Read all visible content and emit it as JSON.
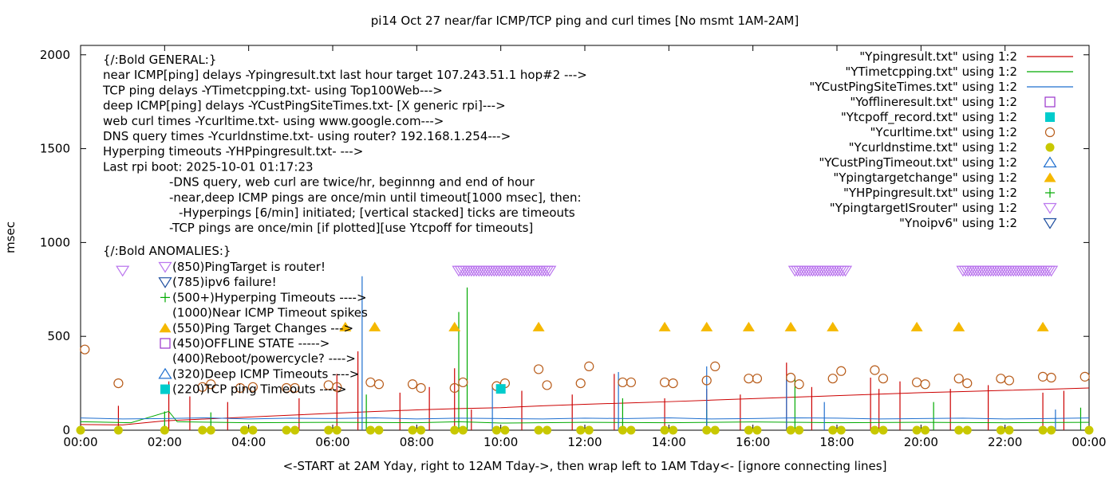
{
  "chart_data": {
    "type": "scatter",
    "title": "pi14 Oct 27  near/far ICMP/TCP ping and curl times [No msmt 1AM-2AM]",
    "xlabel": "<-START at 2AM Yday, right to 12AM Tday->, then wrap left to 1AM Tday<- [ignore connecting lines]",
    "ylabel": "msec",
    "xlim": [
      0,
      24
    ],
    "ylim": [
      0,
      2050
    ],
    "x_ticks": [
      {
        "x": 0,
        "label": "00:00"
      },
      {
        "x": 2,
        "label": "02:00"
      },
      {
        "x": 4,
        "label": "04:00"
      },
      {
        "x": 6,
        "label": "06:00"
      },
      {
        "x": 8,
        "label": "08:00"
      },
      {
        "x": 10,
        "label": "10:00"
      },
      {
        "x": 12,
        "label": "12:00"
      },
      {
        "x": 14,
        "label": "14:00"
      },
      {
        "x": 16,
        "label": "16:00"
      },
      {
        "x": 18,
        "label": "18:00"
      },
      {
        "x": 20,
        "label": "20:00"
      },
      {
        "x": 22,
        "label": "22:00"
      },
      {
        "x": 24,
        "label": "00:00"
      }
    ],
    "y_ticks": [
      {
        "y": 0,
        "label": "0"
      },
      {
        "y": 500,
        "label": "500"
      },
      {
        "y": 1000,
        "label": "1000"
      },
      {
        "y": 1500,
        "label": "1500"
      },
      {
        "y": 2000,
        "label": "2000"
      }
    ],
    "grid": false,
    "legend_position": "top-right",
    "legend": [
      {
        "label": "\"Ypingresult.txt\" using 1:2",
        "kind": "line",
        "color": "#cc0000"
      },
      {
        "label": "\"YTimetcpping.txt\" using 1:2",
        "kind": "line",
        "color": "#00aa00"
      },
      {
        "label": "\"YCustPingSiteTimes.txt\" using 1:2",
        "kind": "line",
        "color": "#1f6fcf"
      },
      {
        "label": "\"Yofflineresult.txt\" using 1:2",
        "kind": "square-open",
        "color": "#9933cc"
      },
      {
        "label": "\"Ytcpoff_record.txt\" using 1:2",
        "kind": "square-filled",
        "color": "#00cccc"
      },
      {
        "label": "\"Ycurltime.txt\" using 1:2",
        "kind": "circle-open",
        "color": "#b85c1a"
      },
      {
        "label": "\"Ycurldnstime.txt\" using 1:2",
        "kind": "circle-filled",
        "color": "#c8c800"
      },
      {
        "label": "\"YCustPingTimeout.txt\" using 1:2",
        "kind": "triangle-open",
        "color": "#1f6fcf"
      },
      {
        "label": "\"Ypingtargetchange\" using 1:2",
        "kind": "triangle-filled",
        "color": "#f5b800"
      },
      {
        "label": "\"YHPpingresult.txt\" using 1:2",
        "kind": "plus",
        "color": "#00aa00"
      },
      {
        "label": "\"YpingtargetISrouter\" using 1:2",
        "kind": "triangle-down-open",
        "color": "#bb77ee"
      },
      {
        "label": "\"Ynoipv6\" using 1:2",
        "kind": "triangle-down-open",
        "color": "#1f4fa0"
      }
    ],
    "info_lines": [
      {
        "text": "{/:Bold GENERAL:}",
        "indent": 0
      },
      {
        "text": "near ICMP[ping] delays -Ypingresult.txt last hour target 107.243.51.1 hop#2 --->",
        "indent": 0
      },
      {
        "text": "TCP ping delays -YTimetcpping.txt- using Top100Web--->",
        "indent": 0
      },
      {
        "text": "deep ICMP[ping] delays -YCustPingSiteTimes.txt- [X generic rpi]--->",
        "indent": 0
      },
      {
        "text": "web curl times -Ycurltime.txt- using www.google.com--->",
        "indent": 0
      },
      {
        "text": "DNS query times -Ycurldnstime.txt- using router? 192.168.1.254--->",
        "indent": 0
      },
      {
        "text": "Hyperping timeouts -YHPpingresult.txt- --->",
        "indent": 0
      },
      {
        "text": "Last rpi boot: 2025-10-01 01:17:23",
        "indent": 0
      },
      {
        "text": "-DNS query, web curl are twice/hr, beginnng and end of hour",
        "indent": 1
      },
      {
        "text": "-near,deep ICMP pings are once/min until timeout[1000 msec], then:",
        "indent": 1
      },
      {
        "text": "-Hyperpings [6/min] initiated; [vertical stacked] ticks are timeouts",
        "indent": 2
      },
      {
        "text": "-TCP pings are once/min [if plotted][use Ytcpoff for timeouts]",
        "indent": 1
      }
    ],
    "anomaly_heading": "{/:Bold ANOMALIES:}",
    "anomalies": [
      {
        "text": "(850)PingTarget is router!",
        "kind": "triangle-down-open",
        "color": "#bb77ee"
      },
      {
        "text": "(785)ipv6 failure!",
        "kind": "triangle-down-open",
        "color": "#1f4fa0"
      },
      {
        "text": "(500+)Hyperping Timeouts ---->",
        "kind": "plus",
        "color": "#00aa00"
      },
      {
        "text": "(1000)Near ICMP Timeout spikes",
        "kind": "none",
        "color": ""
      },
      {
        "text": "(550)Ping Target Changes --->",
        "kind": "triangle-filled",
        "color": "#f5b800"
      },
      {
        "text": "(450)OFFLINE STATE ----->",
        "kind": "square-open",
        "color": "#9933cc"
      },
      {
        "text": "(400)Reboot/powercycle? ---->",
        "kind": "none",
        "color": ""
      },
      {
        "text": "(320)Deep ICMP Timeouts ---->",
        "kind": "triangle-open",
        "color": "#1f6fcf"
      },
      {
        "text": "(220)TCP ping Timeouts ---->",
        "kind": "square-filled",
        "color": "#00cccc"
      }
    ],
    "series": [
      {
        "name": "\"Ypingresult.txt\" using 1:2",
        "style": "line",
        "color": "#cc0000",
        "x": [
          0,
          1,
          2,
          3,
          4,
          5,
          6,
          7,
          8,
          9,
          10,
          11,
          12,
          13,
          14,
          15,
          16,
          17,
          18,
          19,
          20,
          21,
          22,
          23,
          24
        ],
        "y": [
          30,
          28,
          50,
          60,
          70,
          80,
          90,
          100,
          108,
          115,
          120,
          130,
          138,
          145,
          152,
          160,
          168,
          176,
          184,
          192,
          200,
          206,
          212,
          218,
          225
        ]
      },
      {
        "name": "\"Ypingresult.txt\" using 1:2 spikes",
        "style": "spikes",
        "color": "#cc0000",
        "x": [
          0.9,
          2.1,
          2.6,
          3.5,
          5.2,
          6.1,
          6.6,
          7.6,
          8.3,
          8.9,
          9.3,
          10.5,
          11.7,
          12.7,
          13.9,
          14.9,
          15.7,
          16.8,
          17.4,
          18.8,
          19.0,
          19.5,
          20.7,
          21.6,
          22.9,
          23.4
        ],
        "y": [
          130,
          260,
          180,
          150,
          170,
          300,
          420,
          200,
          230,
          330,
          110,
          210,
          190,
          300,
          170,
          220,
          190,
          360,
          230,
          280,
          220,
          260,
          220,
          240,
          200,
          210
        ]
      },
      {
        "name": "\"YTimetcpping.txt\" using 1:2",
        "style": "line",
        "color": "#00aa00",
        "x": [
          0,
          1.2,
          2.1,
          2.3,
          4,
          6,
          8,
          9,
          10,
          12,
          14,
          16,
          18,
          20,
          22,
          24
        ],
        "y": [
          45,
          40,
          100,
          45,
          40,
          42,
          40,
          45,
          38,
          42,
          40,
          44,
          40,
          42,
          40,
          42
        ]
      },
      {
        "name": "\"YTimetcpping.txt\" using 1:2 spikes",
        "style": "spikes",
        "color": "#00aa00",
        "x": [
          2.0,
          3.1,
          6.8,
          9.0,
          9.2,
          12.9,
          14.9,
          17.0,
          20.3,
          23.8
        ],
        "y": [
          100,
          95,
          190,
          630,
          760,
          170,
          110,
          280,
          150,
          120
        ]
      },
      {
        "name": "\"YCustPingSiteTimes.txt\" using 1:2",
        "style": "line",
        "color": "#1f6fcf",
        "x": [
          0,
          1,
          2,
          3,
          4,
          5,
          6,
          7,
          8,
          9,
          10,
          11,
          12,
          13,
          14,
          15,
          16,
          17,
          18,
          19,
          20,
          21,
          22,
          23,
          24
        ],
        "y": [
          65,
          60,
          62,
          66,
          60,
          64,
          62,
          66,
          60,
          64,
          62,
          60,
          64,
          62,
          66,
          60,
          62,
          66,
          64,
          60,
          62,
          64,
          60,
          62,
          65
        ]
      },
      {
        "name": "\"YCustPingSiteTimes.txt\" using 1:2 spikes",
        "style": "spikes",
        "color": "#1f6fcf",
        "x": [
          6.7,
          9.8,
          12.8,
          14.9,
          16.8,
          17.7,
          23.2
        ],
        "y": [
          820,
          230,
          310,
          340,
          280,
          150,
          110
        ]
      },
      {
        "name": "\"Ycurltime.txt\" using 1:2",
        "style": "circle-open",
        "color": "#b85c1a",
        "x": [
          0.1,
          0.9,
          2.9,
          3.1,
          3.8,
          4.1,
          4.9,
          5.1,
          5.9,
          6.1,
          6.9,
          7.1,
          7.9,
          8.1,
          8.9,
          9.1,
          9.9,
          10.1,
          10.9,
          11.1,
          11.9,
          12.1,
          12.9,
          13.1,
          13.9,
          14.1,
          14.9,
          15.1,
          15.9,
          16.1,
          16.9,
          17.1,
          17.9,
          18.1,
          18.9,
          19.1,
          19.9,
          20.1,
          20.9,
          21.1,
          21.9,
          22.1,
          22.9,
          23.1,
          23.9
        ],
        "y": [
          430,
          250,
          230,
          245,
          225,
          230,
          225,
          225,
          240,
          230,
          255,
          245,
          245,
          225,
          225,
          255,
          235,
          250,
          325,
          240,
          250,
          340,
          255,
          255,
          255,
          250,
          265,
          340,
          275,
          275,
          280,
          245,
          275,
          315,
          320,
          275,
          255,
          245,
          275,
          250,
          275,
          265,
          285,
          280,
          285
        ]
      },
      {
        "name": "\"Ycurldnstime.txt\" using 1:2",
        "style": "circle-filled",
        "color": "#c8c800",
        "x": [
          0.0,
          0.9,
          2.0,
          2.9,
          3.1,
          3.9,
          4.1,
          4.9,
          5.1,
          5.9,
          6.1,
          6.9,
          7.1,
          7.9,
          8.1,
          8.9,
          9.1,
          9.9,
          10.1,
          10.9,
          11.1,
          11.9,
          12.1,
          12.9,
          13.1,
          13.9,
          14.1,
          14.9,
          15.1,
          15.9,
          16.1,
          16.9,
          17.1,
          17.9,
          18.1,
          18.9,
          19.1,
          19.9,
          20.1,
          20.9,
          21.1,
          21.9,
          22.1,
          22.9,
          23.1,
          24.0
        ],
        "y": [
          0,
          0,
          0,
          0,
          0,
          0,
          0,
          0,
          0,
          0,
          0,
          0,
          0,
          0,
          0,
          0,
          0,
          0,
          0,
          0,
          0,
          0,
          0,
          0,
          0,
          0,
          0,
          0,
          0,
          0,
          0,
          0,
          0,
          0,
          0,
          0,
          0,
          0,
          0,
          0,
          0,
          0,
          0,
          0,
          0,
          0
        ]
      },
      {
        "name": "\"Ytcpoff_record.txt\" using 1:2",
        "style": "square-filled",
        "color": "#00cccc",
        "x": [
          10.0
        ],
        "y": [
          220
        ]
      },
      {
        "name": "\"Ypingtargetchange\" using 1:2",
        "style": "triangle-filled",
        "color": "#f5b800",
        "x": [
          6.3,
          7.0,
          8.9,
          10.9,
          13.9,
          14.9,
          15.9,
          16.9,
          17.9,
          19.9,
          20.9,
          22.9
        ],
        "y": [
          550,
          550,
          550,
          550,
          550,
          550,
          550,
          550,
          550,
          550,
          550,
          550
        ]
      },
      {
        "name": "\"YpingtargetISrouter\" using 1:2",
        "style": "triangle-down-open",
        "color": "#bb77ee",
        "x": [
          1.0
        ],
        "y": [
          850
        ]
      },
      {
        "name": "\"YpingtargetISrouter\" using 1:2 runs",
        "style": "triangle-down-run",
        "color": "#bb77ee",
        "ranges": [
          [
            9.0,
            11.2
          ],
          [
            17.0,
            18.2
          ],
          [
            21.0,
            23.1
          ]
        ],
        "y": 850
      }
    ]
  }
}
